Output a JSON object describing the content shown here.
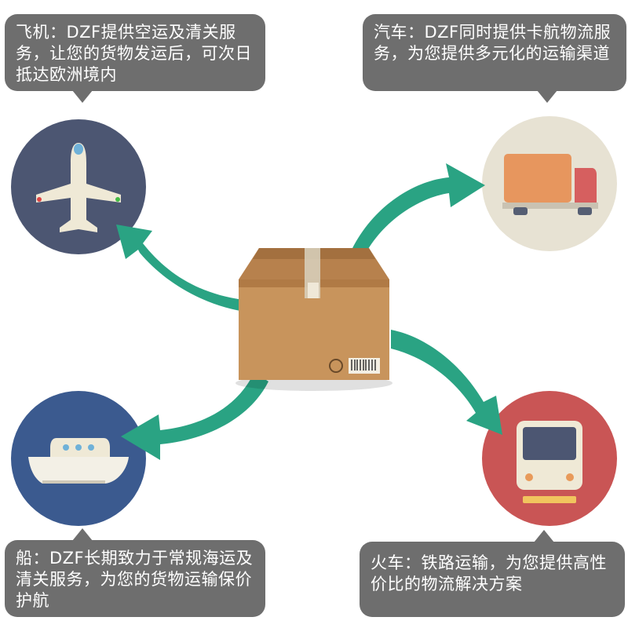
{
  "nodes": {
    "plane": {
      "text": "飞机：DZF提供空运及清关服务，让您的货物发运后，可次日抵达欧洲境内",
      "icon": "airplane-icon"
    },
    "truck": {
      "text": "汽车：DZF同时提供卡航物流服务，为您提供多元化的运输渠道",
      "icon": "truck-icon"
    },
    "ship": {
      "text": "船：DZF长期致力于常规海运及清关服务，为您的货物运输保价护航",
      "icon": "ship-icon"
    },
    "train": {
      "text": "火车：铁路运输，为您提供高性价比的物流解决方案",
      "icon": "train-icon"
    }
  },
  "center": {
    "icon": "cardboard-box-icon"
  },
  "colors": {
    "bubble": "#6e6e6e",
    "arrow": "#2aa383",
    "plane_circle": "#4c5672",
    "truck_circle": "#e7e2d3",
    "ship_circle": "#3b5a8f",
    "train_circle": "#c95555",
    "box": "#c8945c"
  }
}
